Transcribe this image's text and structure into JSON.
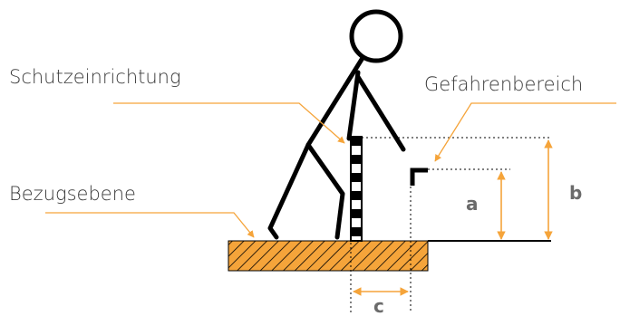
{
  "labels": {
    "schutz": "Schutzeinrichtung",
    "gefahr": "Gefahrenbereich",
    "bezug": "Bezugsebene"
  },
  "dimensions": {
    "a": "a",
    "b": "b",
    "c": "c"
  },
  "colors": {
    "accent": "#f5a43a",
    "ground_fill": "#f5a43a",
    "stroke": "#000000",
    "text": "#3a3a3a",
    "dim_text": "#6b6b6b"
  }
}
